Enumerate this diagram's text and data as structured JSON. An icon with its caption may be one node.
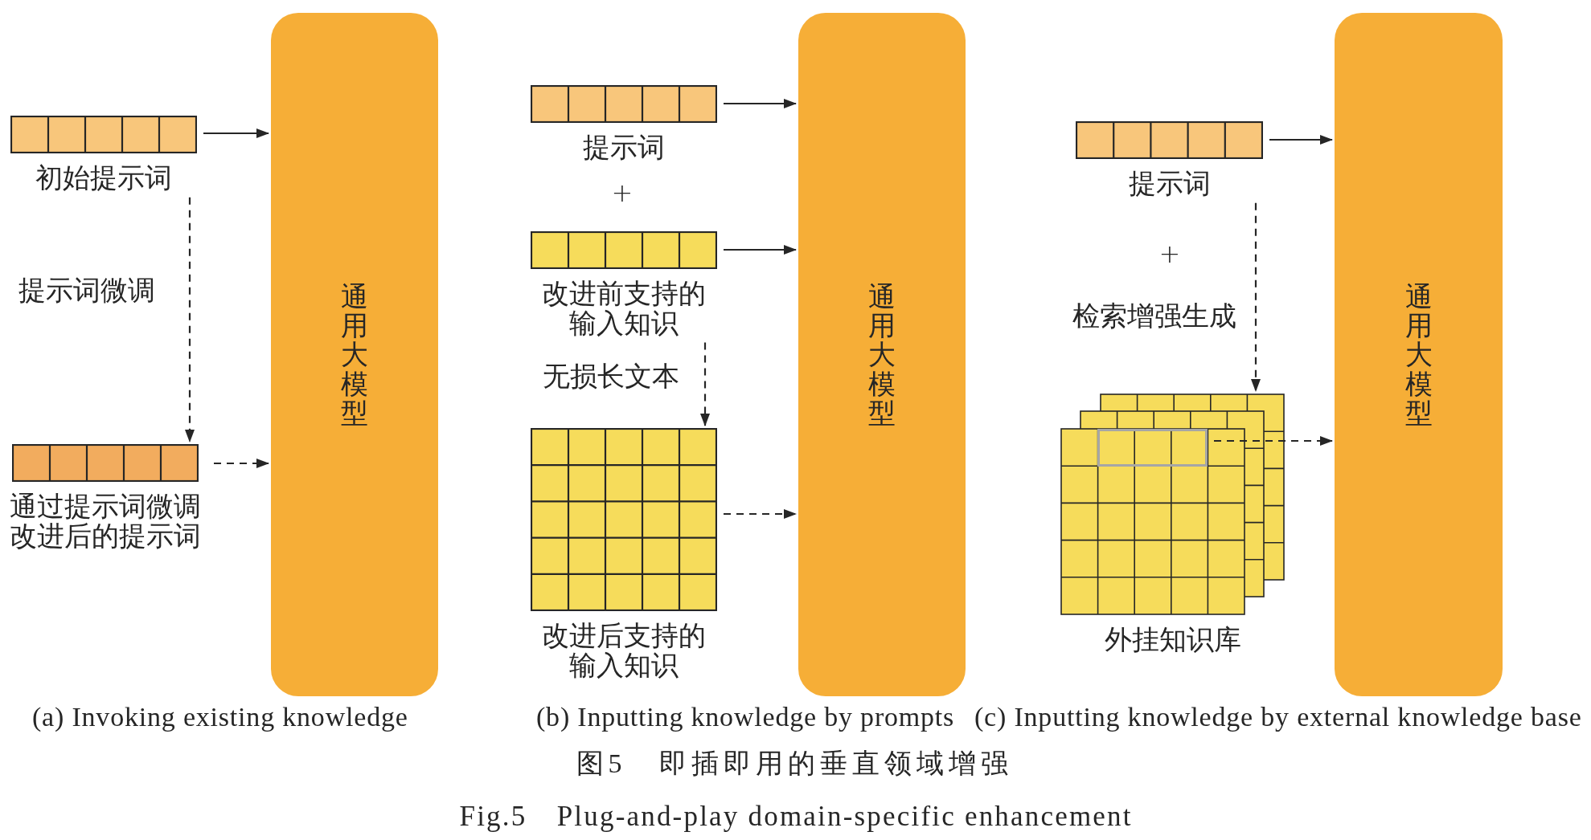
{
  "diagram": {
    "caption": "图5　即插即用的垂直领域增强",
    "nodes": [
      {
        "text": [
          "初始提示词"
        ]
      },
      {
        "text": [
          "通过提示词微调改进后的提示词"
        ]
      },
      {
        "text": [
          "通用大模型"
        ]
      },
      {
        "text": [
          "提示词"
        ]
      },
      {
        "text": [
          "改进前支持的输入知识"
        ]
      },
      {
        "text": [
          "改进后支持的输入知识"
        ]
      },
      {
        "text": [
          "通用大模型"
        ]
      },
      {
        "text": [
          "提示词"
        ]
      },
      {
        "text": [
          "外挂知识库"
        ]
      },
      {
        "text": [],
        "shape": "box",
        "in": 8
      },
      {
        "text": [
          "通用大模型"
        ]
      }
    ],
    "edges": [
      {
        "from": 0,
        "to": 2,
        "arrow": "to"
      },
      {
        "from": 0,
        "to": 1,
        "arrow": "to",
        "label": "提示词微调",
        "style": "dashed"
      },
      {
        "from": 1,
        "to": 2,
        "arrow": "to",
        "style": "dashed"
      },
      {
        "from": 3,
        "to": 6,
        "arrow": "to"
      },
      {
        "from": 4,
        "to": 6,
        "arrow": "to"
      },
      {
        "from": 4,
        "to": 5,
        "arrow": "to",
        "label": "无损长文本",
        "style": "dashed"
      },
      {
        "from": 5,
        "to": 6,
        "arrow": "to",
        "style": "dashed"
      },
      {
        "from": 7,
        "to": 10,
        "arrow": "to"
      },
      {
        "from": 7,
        "to": 8,
        "arrow": "to",
        "label": "检索增强生成",
        "style": "dashed"
      },
      {
        "from": 9,
        "to": 10,
        "arrow": "to",
        "style": "dashed"
      }
    ],
    "labels": [
      "+",
      "+",
      "(a) Invoking existing knowledge",
      "(b) Inputting knowledge by prompts",
      "(c) Inputting knowledge by external knowledge base",
      "Fig.5　Plug-and-play domain-specific enhancement"
    ]
  }
}
